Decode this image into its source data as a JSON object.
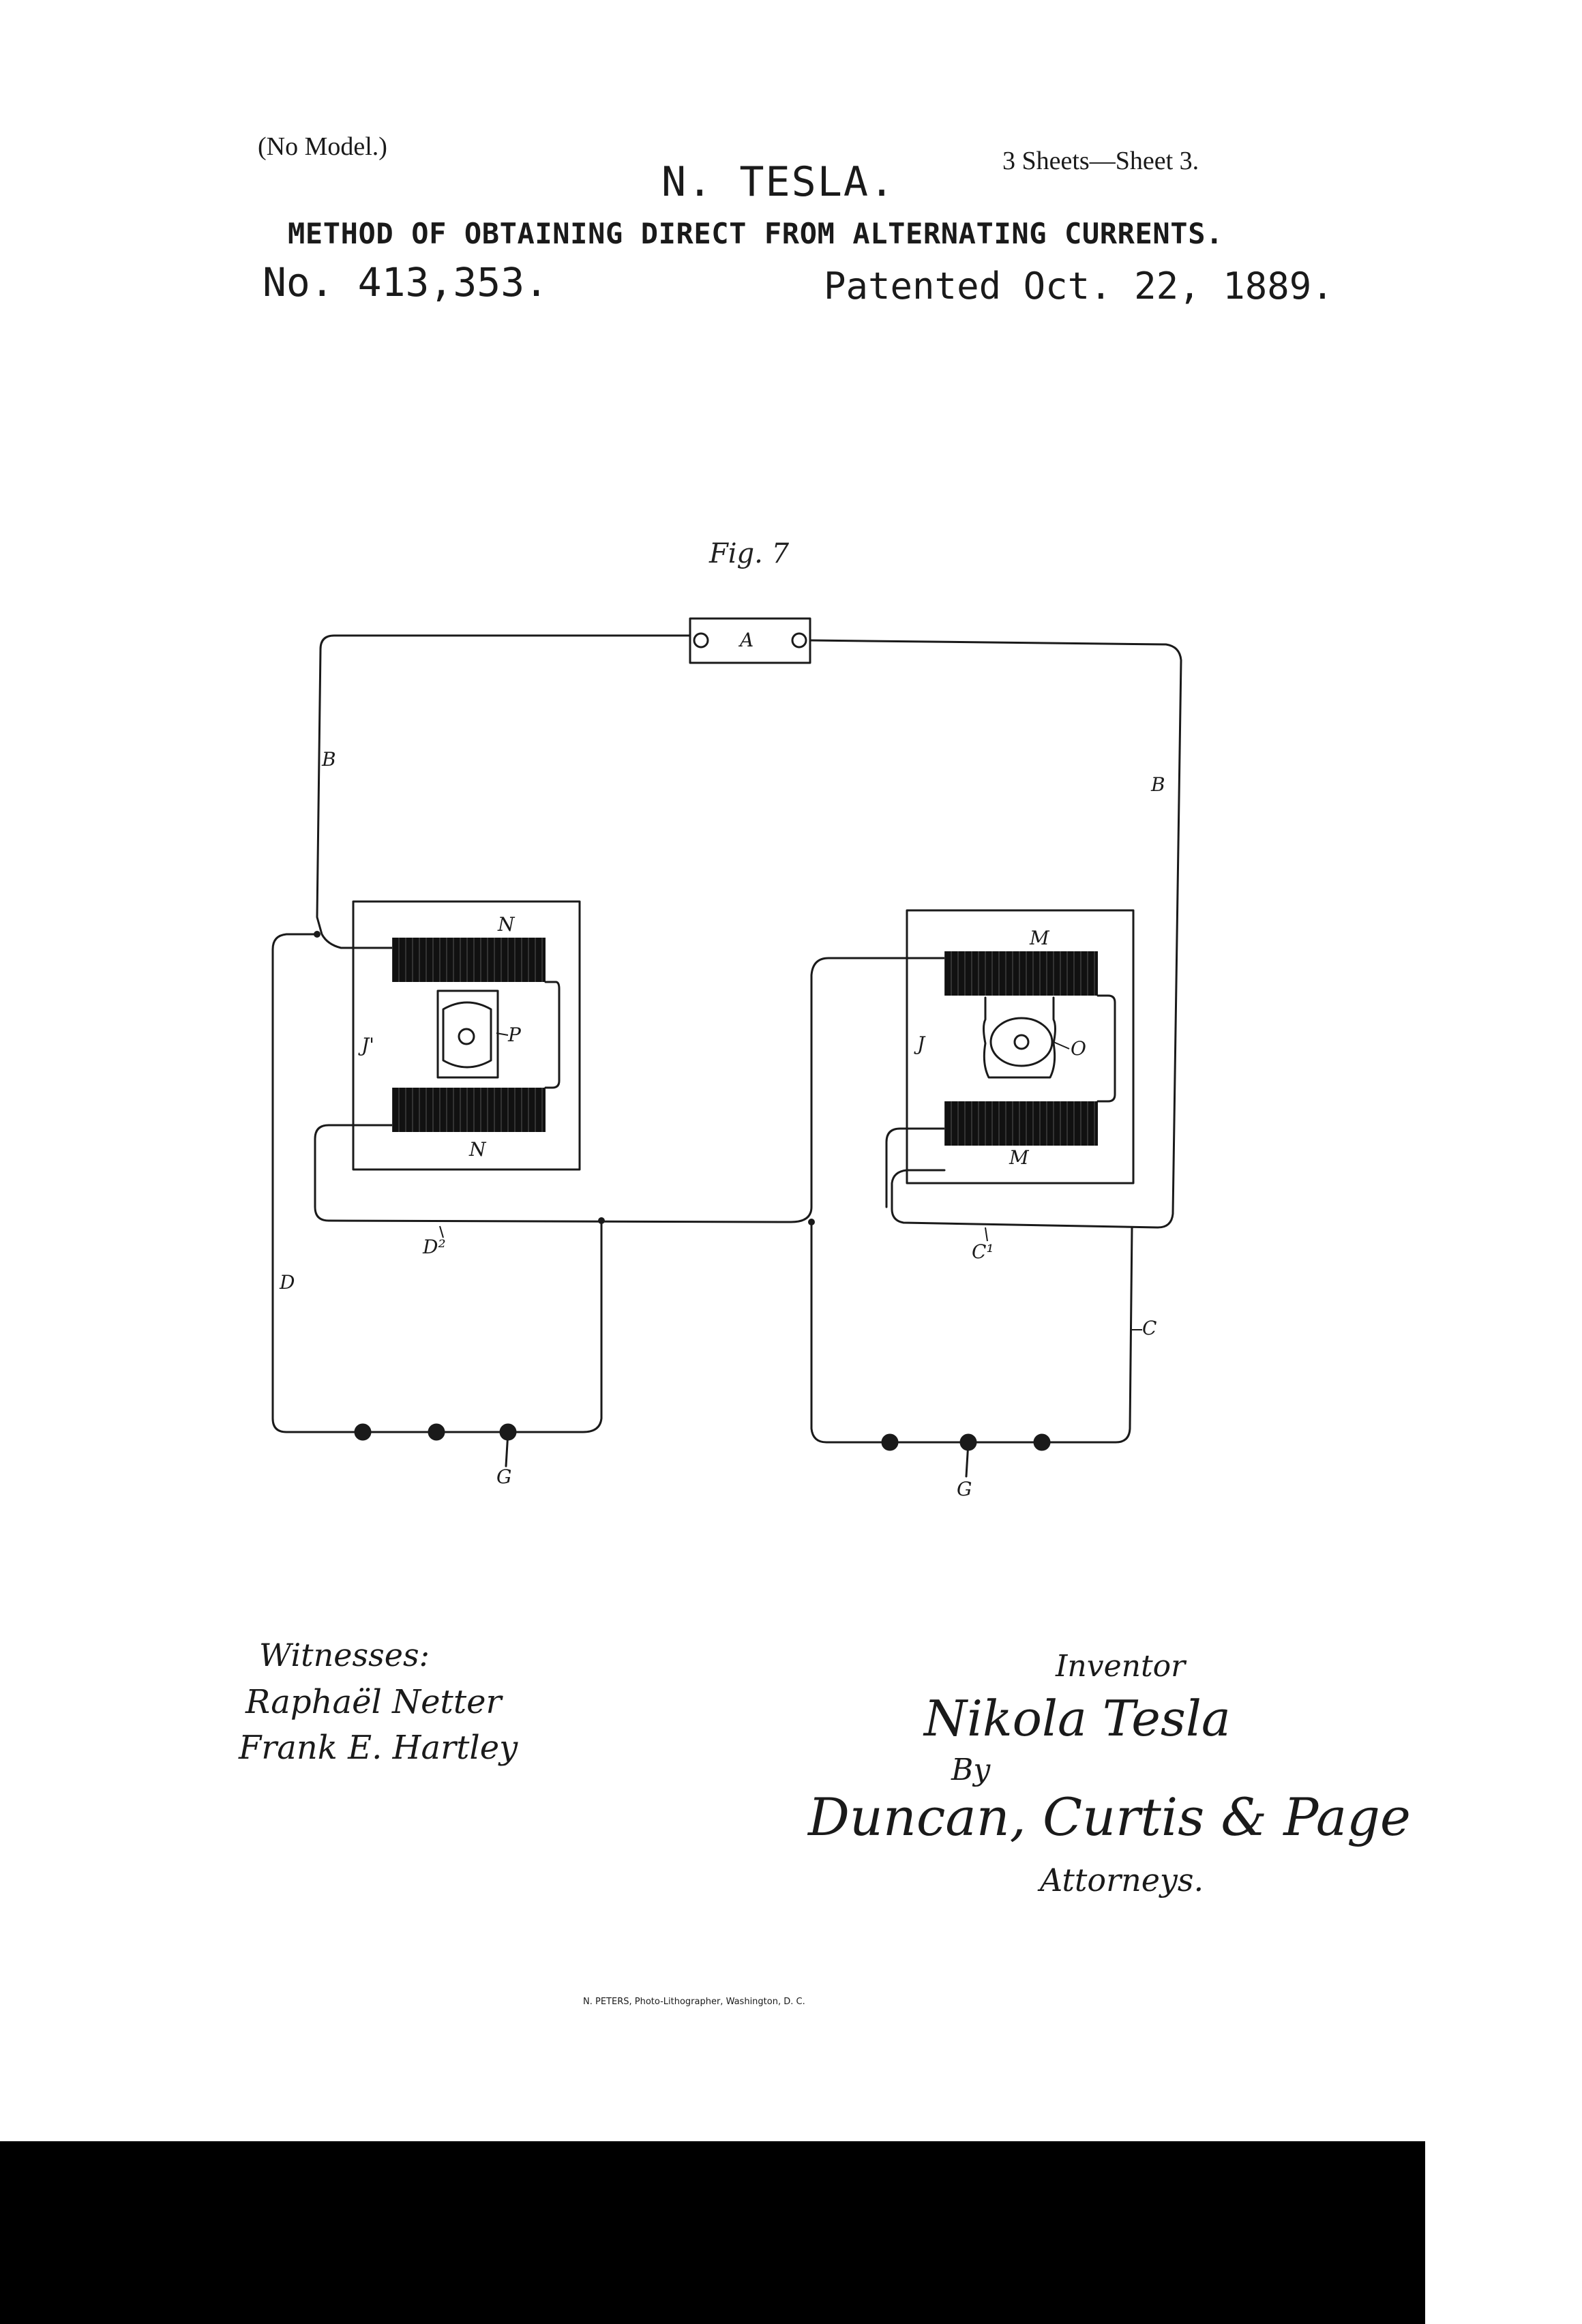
{
  "header": {
    "no_model": "(No Model.)",
    "inventor_name": "N. TESLA.",
    "sheets": "3 Sheets—Sheet 3.",
    "title": "METHOD OF OBTAINING DIRECT FROM ALTERNATING CURRENTS.",
    "patent_number": "No. 413,353.",
    "patented_date": "Patented Oct. 22, 1889."
  },
  "figure": {
    "label": "Fig. 7",
    "labels": {
      "A": "A",
      "B_left": "B",
      "B_right": "B",
      "N_top": "N",
      "N_bottom": "N",
      "J1": "J'",
      "P": "P",
      "M_top": "M",
      "M_bottom": "M",
      "J": "J",
      "O": "O",
      "D2": "D²",
      "C1": "C¹",
      "D": "D",
      "C": "C",
      "G_left": "G",
      "G_right": "G"
    }
  },
  "signatures": {
    "witnesses_label": "Witnesses:",
    "witness_1": "Raphaël Netter",
    "witness_2": "Frank E. Hartley",
    "inventor_label": "Inventor",
    "inventor_signature": "Nikola Tesla",
    "by_label": "By",
    "attorneys_signature": "Duncan, Curtis & Page",
    "attorneys_label": "Attorneys."
  },
  "footer": {
    "lithographer": "N. PETERS, Photo-Lithographer, Washington, D. C."
  }
}
